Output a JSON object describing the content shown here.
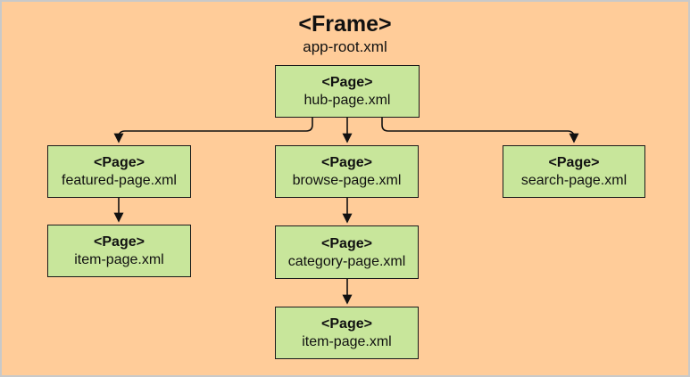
{
  "frame": {
    "title": "<Frame>",
    "subtitle": "app-root.xml"
  },
  "nodes": [
    {
      "id": "hub",
      "tag": "<Page>",
      "file": "hub-page.xml"
    },
    {
      "id": "featured",
      "tag": "<Page>",
      "file": "featured-page.xml"
    },
    {
      "id": "browse",
      "tag": "<Page>",
      "file": "browse-page.xml"
    },
    {
      "id": "search",
      "tag": "<Page>",
      "file": "search-page.xml"
    },
    {
      "id": "item_left",
      "tag": "<Page>",
      "file": "item-page.xml"
    },
    {
      "id": "category",
      "tag": "<Page>",
      "file": "category-page.xml"
    },
    {
      "id": "item_mid",
      "tag": "<Page>",
      "file": "item-page.xml"
    }
  ],
  "edges": [
    {
      "from": "hub-page.xml",
      "to": "featured-page.xml"
    },
    {
      "from": "hub-page.xml",
      "to": "browse-page.xml"
    },
    {
      "from": "hub-page.xml",
      "to": "search-page.xml"
    },
    {
      "from": "featured-page.xml",
      "to": "item-page.xml"
    },
    {
      "from": "browse-page.xml",
      "to": "category-page.xml"
    },
    {
      "from": "category-page.xml",
      "to": "item-page.xml"
    }
  ],
  "colors": {
    "background": "#FFCC99",
    "node_fill": "#C8E69B",
    "node_border": "#1A1A1A",
    "connector": "#111111",
    "text": "#111111",
    "outer_border": "#C9C9C9"
  }
}
